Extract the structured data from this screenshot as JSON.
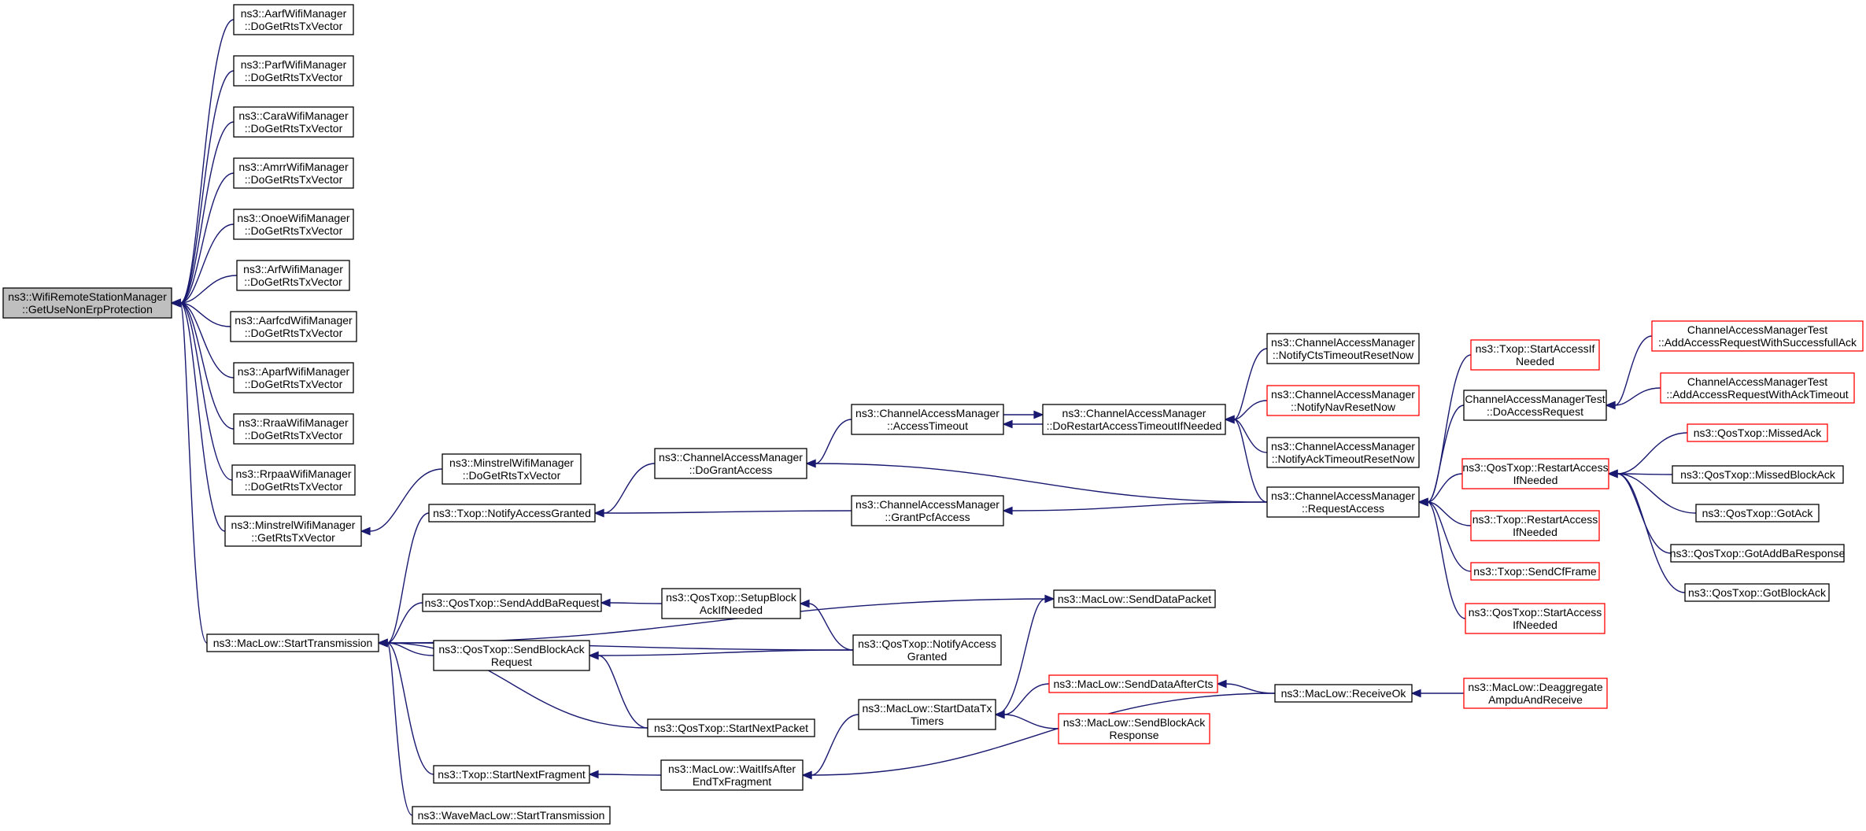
{
  "colors": {
    "edge": "#191970",
    "box_border": "#000000",
    "box_border_incomplete": "#ff0000",
    "box_fill": "#ffffff",
    "root_fill": "#bfbfbf"
  },
  "nodes": [
    {
      "id": "root",
      "lines": [
        "ns3::WifiRemoteStationManager",
        "::GetUseNonErpProtection"
      ],
      "style": "root"
    },
    {
      "id": "aarf",
      "lines": [
        "ns3::AarfWifiManager",
        "::DoGetRtsTxVector"
      ],
      "style": "normal"
    },
    {
      "id": "parf",
      "lines": [
        "ns3::ParfWifiManager",
        "::DoGetRtsTxVector"
      ],
      "style": "normal"
    },
    {
      "id": "cara",
      "lines": [
        "ns3::CaraWifiManager",
        "::DoGetRtsTxVector"
      ],
      "style": "normal"
    },
    {
      "id": "amrr",
      "lines": [
        "ns3::AmrrWifiManager",
        "::DoGetRtsTxVector"
      ],
      "style": "normal"
    },
    {
      "id": "onoe",
      "lines": [
        "ns3::OnoeWifiManager",
        "::DoGetRtsTxVector"
      ],
      "style": "normal"
    },
    {
      "id": "arf",
      "lines": [
        "ns3::ArfWifiManager",
        "::DoGetRtsTxVector"
      ],
      "style": "normal"
    },
    {
      "id": "aarfcd",
      "lines": [
        "ns3::AarfcdWifiManager",
        "::DoGetRtsTxVector"
      ],
      "style": "normal"
    },
    {
      "id": "aparf",
      "lines": [
        "ns3::AparfWifiManager",
        "::DoGetRtsTxVector"
      ],
      "style": "normal"
    },
    {
      "id": "rraa",
      "lines": [
        "ns3::RraaWifiManager",
        "::DoGetRtsTxVector"
      ],
      "style": "normal"
    },
    {
      "id": "rrpaa",
      "lines": [
        "ns3::RrpaaWifiManager",
        "::DoGetRtsTxVector"
      ],
      "style": "normal"
    },
    {
      "id": "minstrel_get",
      "lines": [
        "ns3::MinstrelWifiManager",
        "::GetRtsTxVector"
      ],
      "style": "normal"
    },
    {
      "id": "minstrel_doget",
      "lines": [
        "ns3::MinstrelWifiManager",
        "::DoGetRtsTxVector"
      ],
      "style": "normal"
    },
    {
      "id": "maclow_start",
      "lines": [
        "ns3::MacLow::StartTransmission"
      ],
      "style": "normal"
    },
    {
      "id": "txop_nag",
      "lines": [
        "ns3::Txop::NotifyAccessGranted"
      ],
      "style": "normal"
    },
    {
      "id": "qos_sendaddba",
      "lines": [
        "ns3::QosTxop::SendAddBaRequest"
      ],
      "style": "normal"
    },
    {
      "id": "qos_sendblockack",
      "lines": [
        "ns3::QosTxop::SendBlockAck",
        "Request"
      ],
      "style": "normal"
    },
    {
      "id": "txop_startnextfrag",
      "lines": [
        "ns3::Txop::StartNextFragment"
      ],
      "style": "normal"
    },
    {
      "id": "wave_start",
      "lines": [
        "ns3::WaveMacLow::StartTransmission"
      ],
      "style": "normal"
    },
    {
      "id": "cam_dogrant",
      "lines": [
        "ns3::ChannelAccessManager",
        "::DoGrantAccess"
      ],
      "style": "normal"
    },
    {
      "id": "qos_setupblock",
      "lines": [
        "ns3::QosTxop::SetupBlock",
        "AckIfNeeded"
      ],
      "style": "normal"
    },
    {
      "id": "qos_startnextpacket",
      "lines": [
        "ns3::QosTxop::StartNextPacket"
      ],
      "style": "normal"
    },
    {
      "id": "maclow_waitifs",
      "lines": [
        "ns3::MacLow::WaitIfsAfter",
        "EndTxFragment"
      ],
      "style": "normal"
    },
    {
      "id": "cam_accesstimeout",
      "lines": [
        "ns3::ChannelAccessManager",
        "::AccessTimeout"
      ],
      "style": "normal"
    },
    {
      "id": "cam_grantpcf",
      "lines": [
        "ns3::ChannelAccessManager",
        "::GrantPcfAccess"
      ],
      "style": "normal"
    },
    {
      "id": "qos_notifyaccess",
      "lines": [
        "ns3::QosTxop::NotifyAccess",
        "Granted"
      ],
      "style": "normal"
    },
    {
      "id": "maclow_startdatatx",
      "lines": [
        "ns3::MacLow::StartDataTx",
        "Timers"
      ],
      "style": "normal"
    },
    {
      "id": "maclow_senddatapacket",
      "lines": [
        "ns3::MacLow::SendDataPacket"
      ],
      "style": "normal"
    },
    {
      "id": "cam_dorestart",
      "lines": [
        "ns3::ChannelAccessManager",
        "::DoRestartAccessTimeoutIfNeeded"
      ],
      "style": "normal"
    },
    {
      "id": "maclow_senddataaftercts",
      "lines": [
        "ns3::MacLow::SendDataAfterCts"
      ],
      "style": "incomplete"
    },
    {
      "id": "maclow_sendblockackresp",
      "lines": [
        "ns3::MacLow::SendBlockAck",
        "Response"
      ],
      "style": "incomplete"
    },
    {
      "id": "cam_notifycts",
      "lines": [
        "ns3::ChannelAccessManager",
        "::NotifyCtsTimeoutResetNow"
      ],
      "style": "normal"
    },
    {
      "id": "cam_notifynav",
      "lines": [
        "ns3::ChannelAccessManager",
        "::NotifyNavResetNow"
      ],
      "style": "incomplete"
    },
    {
      "id": "cam_notifyack",
      "lines": [
        "ns3::ChannelAccessManager",
        "::NotifyAckTimeoutResetNow"
      ],
      "style": "normal"
    },
    {
      "id": "cam_requestaccess",
      "lines": [
        "ns3::ChannelAccessManager",
        "::RequestAccess"
      ],
      "style": "normal"
    },
    {
      "id": "maclow_receiveok",
      "lines": [
        "ns3::MacLow::ReceiveOk"
      ],
      "style": "normal"
    },
    {
      "id": "txop_startaccessif",
      "lines": [
        "ns3::Txop::StartAccessIf",
        "Needed"
      ],
      "style": "incomplete"
    },
    {
      "id": "camtest_doaccess",
      "lines": [
        "ChannelAccessManagerTest",
        "::DoAccessRequest"
      ],
      "style": "normal"
    },
    {
      "id": "qos_restartaccess",
      "lines": [
        "ns3::QosTxop::RestartAccess",
        "IfNeeded"
      ],
      "style": "incomplete"
    },
    {
      "id": "txop_restartaccess",
      "lines": [
        "ns3::Txop::RestartAccess",
        "IfNeeded"
      ],
      "style": "incomplete"
    },
    {
      "id": "txop_sendcf",
      "lines": [
        "ns3::Txop::SendCfFrame"
      ],
      "style": "incomplete"
    },
    {
      "id": "qos_startaccess",
      "lines": [
        "ns3::QosTxop::StartAccess",
        "IfNeeded"
      ],
      "style": "incomplete"
    },
    {
      "id": "maclow_deaggregate",
      "lines": [
        "ns3::MacLow::Deaggregate",
        "AmpduAndReceive"
      ],
      "style": "incomplete"
    },
    {
      "id": "camtest_success",
      "lines": [
        "ChannelAccessManagerTest",
        "::AddAccessRequestWithSuccessfullAck"
      ],
      "style": "incomplete"
    },
    {
      "id": "camtest_acktimeout",
      "lines": [
        "ChannelAccessManagerTest",
        "::AddAccessRequestWithAckTimeout"
      ],
      "style": "incomplete"
    },
    {
      "id": "qos_missedack",
      "lines": [
        "ns3::QosTxop::MissedAck"
      ],
      "style": "incomplete"
    },
    {
      "id": "qos_missedblockack",
      "lines": [
        "ns3::QosTxop::MissedBlockAck"
      ],
      "style": "normal"
    },
    {
      "id": "qos_gotack",
      "lines": [
        "ns3::QosTxop::GotAck"
      ],
      "style": "normal"
    },
    {
      "id": "qos_gotaddba",
      "lines": [
        "ns3::QosTxop::GotAddBaResponse"
      ],
      "style": "normal"
    },
    {
      "id": "qos_gotblockack",
      "lines": [
        "ns3::QosTxop::GotBlockAck"
      ],
      "style": "normal"
    }
  ],
  "edges": [
    {
      "from": "aarf",
      "to": "root"
    },
    {
      "from": "parf",
      "to": "root"
    },
    {
      "from": "cara",
      "to": "root"
    },
    {
      "from": "amrr",
      "to": "root"
    },
    {
      "from": "onoe",
      "to": "root"
    },
    {
      "from": "arf",
      "to": "root"
    },
    {
      "from": "aarfcd",
      "to": "root"
    },
    {
      "from": "aparf",
      "to": "root"
    },
    {
      "from": "rraa",
      "to": "root"
    },
    {
      "from": "rrpaa",
      "to": "root"
    },
    {
      "from": "minstrel_get",
      "to": "root"
    },
    {
      "from": "maclow_start",
      "to": "root"
    },
    {
      "from": "minstrel_doget",
      "to": "minstrel_get"
    },
    {
      "from": "txop_nag",
      "to": "maclow_start"
    },
    {
      "from": "qos_sendaddba",
      "to": "maclow_start"
    },
    {
      "from": "qos_sendblockack",
      "to": "maclow_start"
    },
    {
      "from": "txop_startnextfrag",
      "to": "maclow_start"
    },
    {
      "from": "wave_start",
      "to": "maclow_start"
    },
    {
      "from": "qos_startnextpacket",
      "to": "maclow_start"
    },
    {
      "from": "qos_notifyaccess",
      "to": "maclow_start"
    },
    {
      "from": "maclow_senddatapacket",
      "to": "maclow_start"
    },
    {
      "from": "cam_dogrant",
      "to": "txop_nag"
    },
    {
      "from": "cam_grantpcf",
      "to": "txop_nag"
    },
    {
      "from": "qos_setupblock",
      "to": "qos_sendaddba"
    },
    {
      "from": "qos_notifyaccess",
      "to": "qos_sendblockack"
    },
    {
      "from": "qos_startnextpacket",
      "to": "qos_sendblockack"
    },
    {
      "from": "maclow_waitifs",
      "to": "txop_startnextfrag"
    },
    {
      "from": "qos_notifyaccess",
      "to": "qos_setupblock"
    },
    {
      "from": "maclow_startdatatx",
      "to": "maclow_waitifs"
    },
    {
      "from": "maclow_receiveok",
      "to": "maclow_waitifs"
    },
    {
      "from": "cam_accesstimeout",
      "to": "cam_dogrant"
    },
    {
      "from": "cam_requestaccess",
      "to": "cam_dogrant"
    },
    {
      "from": "cam_dorestart",
      "to": "cam_accesstimeout"
    },
    {
      "from": "cam_accesstimeout",
      "to": "cam_dorestart"
    },
    {
      "from": "cam_requestaccess",
      "to": "cam_grantpcf"
    },
    {
      "from": "maclow_startdatatx",
      "to": "maclow_senddatapacket"
    },
    {
      "from": "maclow_senddataaftercts",
      "to": "maclow_startdatatx"
    },
    {
      "from": "maclow_sendblockackresp",
      "to": "maclow_startdatatx"
    },
    {
      "from": "cam_notifycts",
      "to": "cam_dorestart"
    },
    {
      "from": "cam_notifynav",
      "to": "cam_dorestart"
    },
    {
      "from": "cam_notifyack",
      "to": "cam_dorestart"
    },
    {
      "from": "cam_requestaccess",
      "to": "cam_dorestart"
    },
    {
      "from": "maclow_receiveok",
      "to": "maclow_senddataaftercts"
    },
    {
      "from": "txop_startaccessif",
      "to": "cam_requestaccess"
    },
    {
      "from": "camtest_doaccess",
      "to": "cam_requestaccess"
    },
    {
      "from": "qos_restartaccess",
      "to": "cam_requestaccess"
    },
    {
      "from": "txop_restartaccess",
      "to": "cam_requestaccess"
    },
    {
      "from": "txop_sendcf",
      "to": "cam_requestaccess"
    },
    {
      "from": "qos_startaccess",
      "to": "cam_requestaccess"
    },
    {
      "from": "maclow_deaggregate",
      "to": "maclow_receiveok"
    },
    {
      "from": "camtest_success",
      "to": "camtest_doaccess"
    },
    {
      "from": "camtest_acktimeout",
      "to": "camtest_doaccess"
    },
    {
      "from": "qos_missedack",
      "to": "qos_restartaccess"
    },
    {
      "from": "qos_missedblockack",
      "to": "qos_restartaccess"
    },
    {
      "from": "qos_gotack",
      "to": "qos_restartaccess"
    },
    {
      "from": "qos_gotaddba",
      "to": "qos_restartaccess"
    },
    {
      "from": "qos_gotblockack",
      "to": "qos_restartaccess"
    }
  ]
}
